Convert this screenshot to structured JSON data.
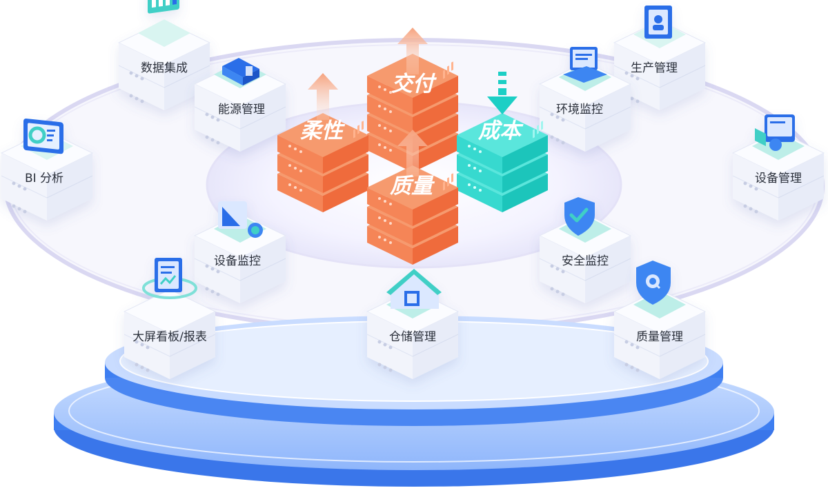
{
  "core": {
    "flexibility": "柔性",
    "delivery": "交付",
    "quality": "质量",
    "cost": "成本"
  },
  "modules": {
    "data_integration": "数据集成",
    "production_management": "生产管理",
    "energy_management": "能源管理",
    "environment_monitoring": "环境监控",
    "bi_analysis": "BI 分析",
    "equipment_management": "设备管理",
    "equipment_monitoring": "设备监控",
    "safety_monitoring": "安全监控",
    "dashboard_report": "大屏看板/报表",
    "warehouse_management": "仓储管理",
    "quality_management": "质量管理"
  },
  "colors": {
    "orange": "#f47a4c",
    "teal": "#2fd7cf",
    "blue": "#4b8df6",
    "ring": "#d8d6f0"
  }
}
